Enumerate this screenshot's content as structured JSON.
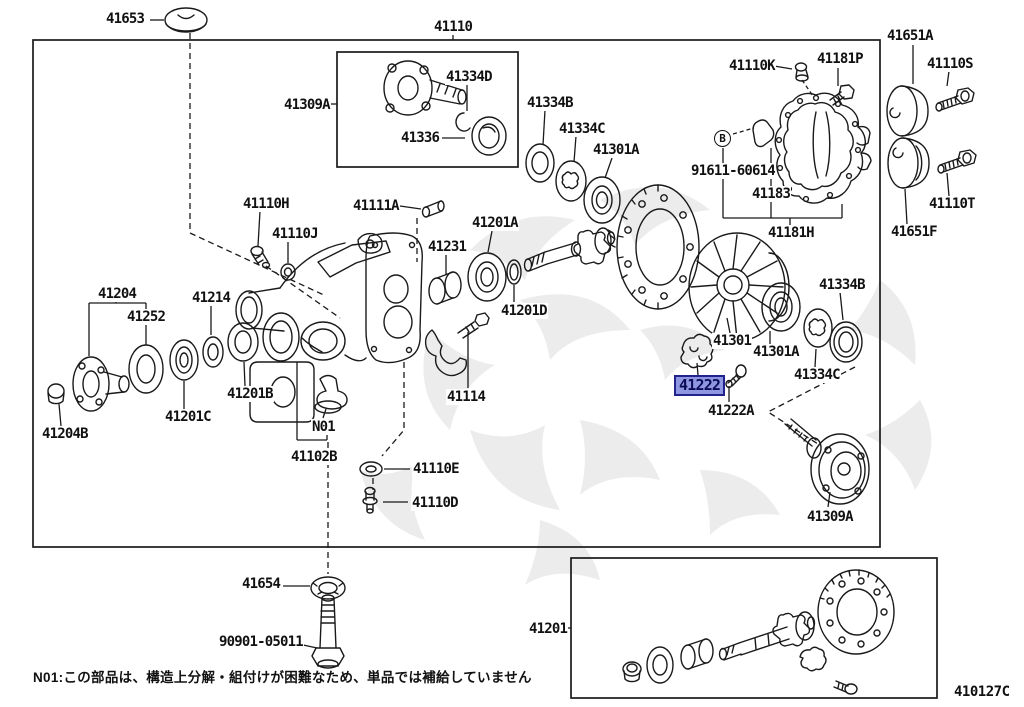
{
  "diagram": {
    "code": "410127C",
    "note": "N01:この部品は、構造上分解・組付けが困難なため、単品では補給していません",
    "callout_b": "B",
    "highlighted_part": "41222",
    "highlight_fill": "#8f97e2",
    "highlight_border": "#22228c",
    "line_color": "#1a1a1a"
  },
  "labels": {
    "l41653": "41653",
    "l41110": "41110",
    "l41651a": "41651A",
    "l41110s": "41110S",
    "l41110k": "41110K",
    "l41181p": "41181P",
    "l41334d": "41334D",
    "l41309a": "41309A",
    "l41334b": "41334B",
    "l41334c": "41334C",
    "l41336": "41336",
    "l41301a": "41301A",
    "l91611": "91611-60614",
    "l41183": "41183",
    "l41181h": "41181H",
    "l41110t": "41110T",
    "l41651f": "41651F",
    "l41110h": "41110H",
    "l41111a": "41111A",
    "l41110j": "41110J",
    "l41201a": "41201A",
    "l41231": "41231",
    "l41204": "41204",
    "l41214": "41214",
    "l41252": "41252",
    "l41201d": "41201D",
    "l41334b2": "41334B",
    "l41301": "41301",
    "l41301a2": "41301A",
    "l41334c2": "41334C",
    "l41222": "41222",
    "l41222a": "41222A",
    "l41201b": "41201B",
    "l41201c": "41201C",
    "l41204b": "41204B",
    "l41114": "41114",
    "ln01": "N01",
    "l41102b": "41102B",
    "l41110e": "41110E",
    "l41110d": "41110D",
    "l41654": "41654",
    "l90901": "90901-05011",
    "l41309a2": "41309A",
    "l41201": "41201"
  }
}
